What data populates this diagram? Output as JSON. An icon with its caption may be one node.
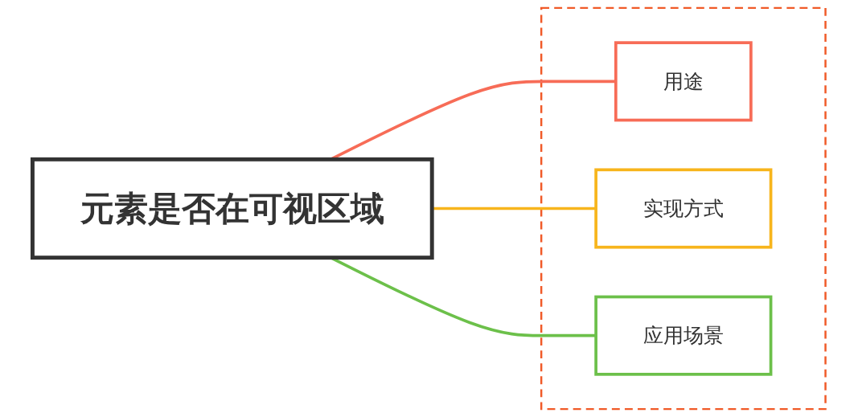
{
  "diagram": {
    "nodes": [
      {
        "text": [
          "元素是否在可视区域"
        ]
      },
      {
        "text": [],
        "shape": "box"
      },
      {
        "text": [
          "用途"
        ],
        "in": 1
      },
      {
        "text": [
          "实现方式"
        ],
        "in": 1
      },
      {
        "text": [
          "应用场景"
        ],
        "in": 1
      }
    ],
    "edges": [
      {
        "from": 0,
        "to": 2,
        "arrow": "none",
        "color": "#f76c57"
      },
      {
        "from": 0,
        "to": 3,
        "arrow": "none",
        "color": "#f7b51c"
      },
      {
        "from": 0,
        "to": 4,
        "arrow": "none",
        "color": "#6cc04a"
      }
    ]
  }
}
